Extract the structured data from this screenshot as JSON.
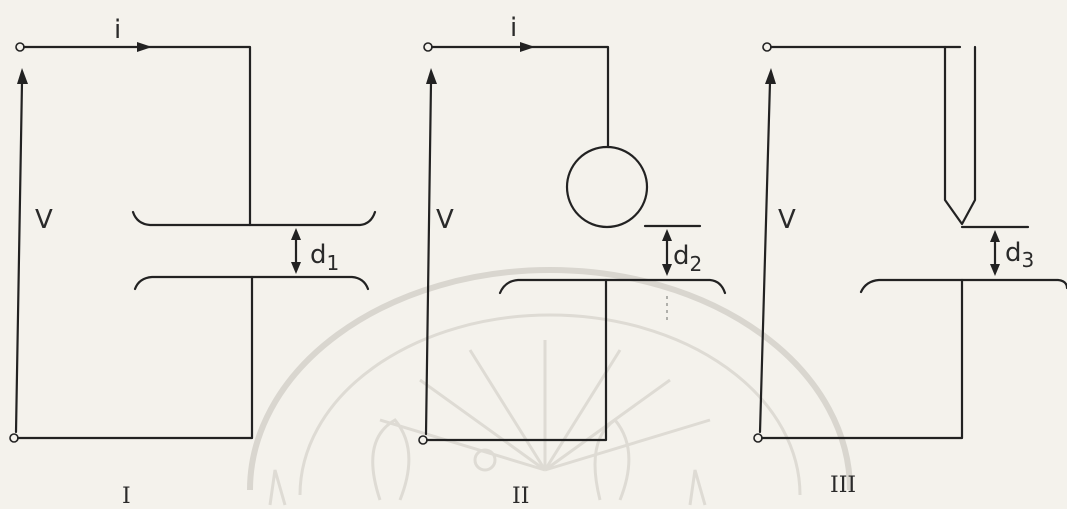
{
  "circuits": [
    {
      "id": "I",
      "current_label": "i",
      "voltage_label": "V",
      "gap_label": "d",
      "gap_sub": "1",
      "figure_label": "I"
    },
    {
      "id": "II",
      "current_label": "i",
      "voltage_label": "V",
      "gap_label": "d",
      "gap_sub": "2",
      "figure_label": "II"
    },
    {
      "id": "III",
      "voltage_label": "V",
      "gap_label": "d",
      "gap_sub": "3",
      "figure_label": "III"
    }
  ],
  "colors": {
    "ink": "#222222",
    "paper": "#f4f2ec",
    "watermark": "#d9d6cf"
  }
}
